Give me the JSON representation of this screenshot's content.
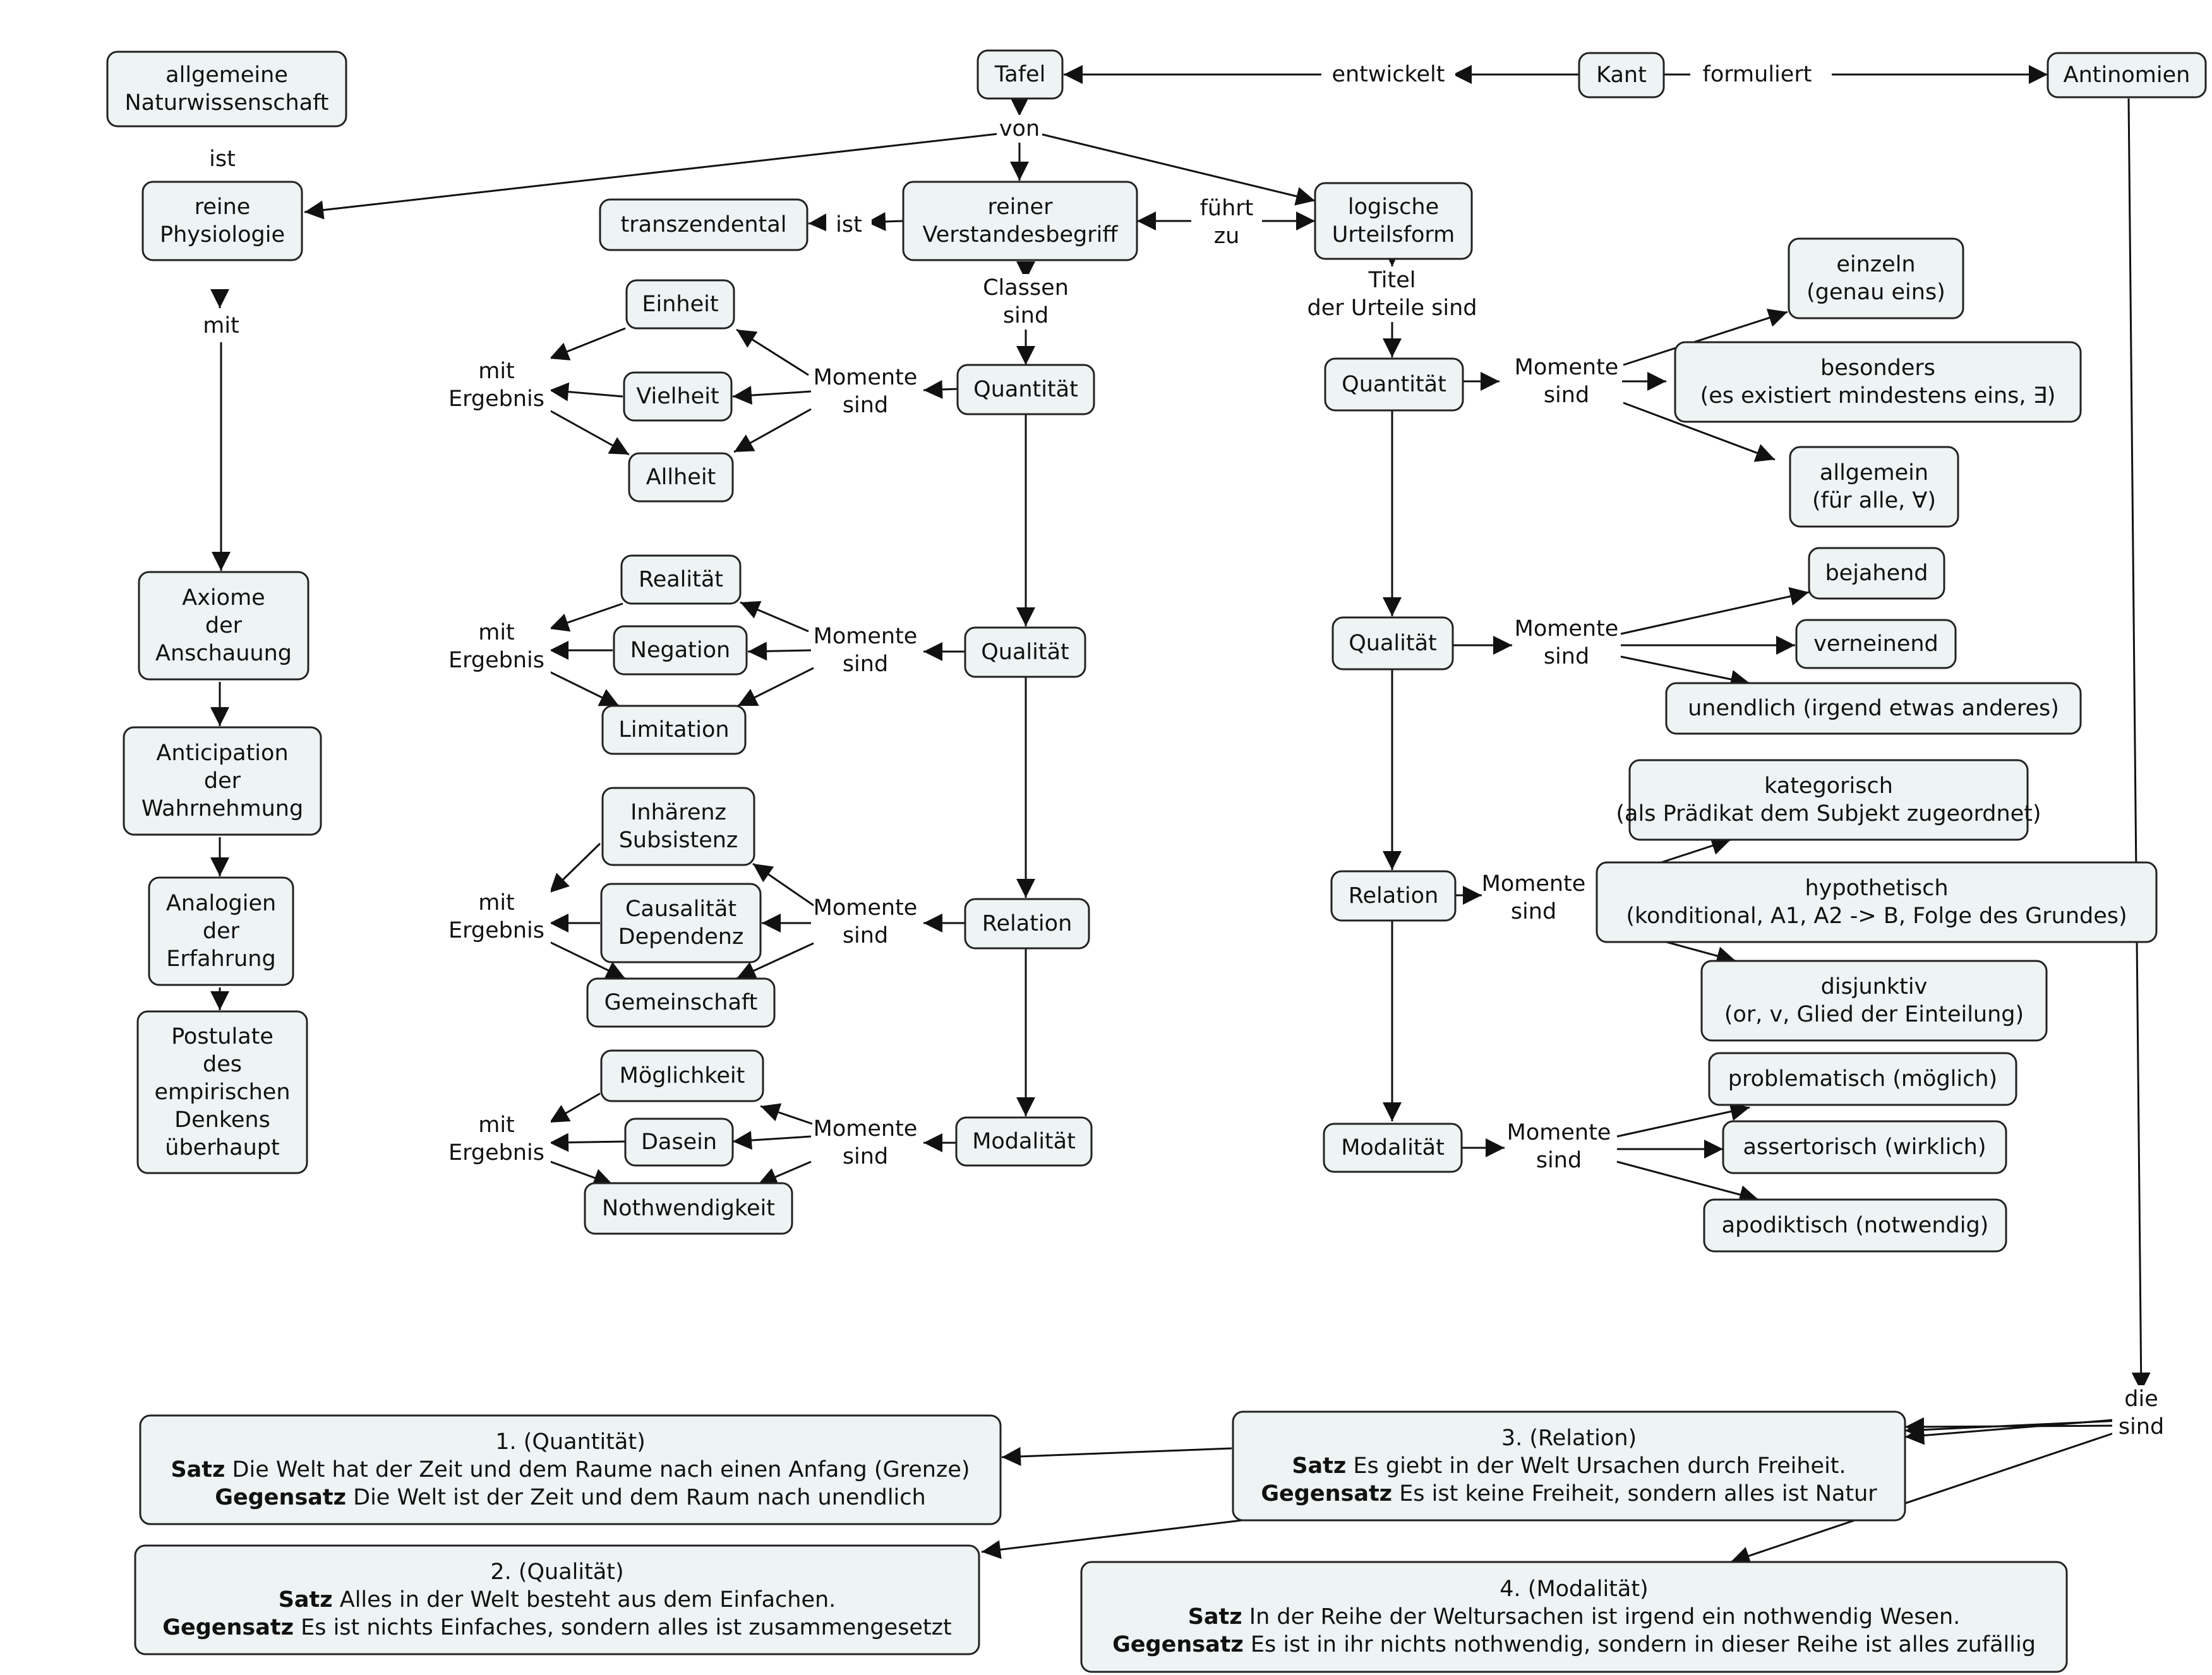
{
  "nodes": {
    "allg_naturwiss": [
      "allgemeine",
      "Naturwissenschaft"
    ],
    "reine_physiologie": [
      "reine",
      "Physiologie"
    ],
    "axiome": [
      "Axiome",
      "der",
      "Anschauung"
    ],
    "anticipation": [
      "Anticipation",
      "der",
      "Wahrnehmung"
    ],
    "analogien": [
      "Analogien",
      "der",
      "Erfahrung"
    ],
    "postulate": [
      "Postulate",
      "des",
      "empirischen",
      "Denkens",
      "überhaupt"
    ],
    "tafel": [
      "Tafel"
    ],
    "kant": [
      "Kant"
    ],
    "antinomien": [
      "Antinomien"
    ],
    "transzendental": [
      "transzendental"
    ],
    "verstandesbegriff": [
      "reiner",
      "Verstandesbegriff"
    ],
    "urteilsform": [
      "logische",
      "Urteilsform"
    ],
    "einheit": [
      "Einheit"
    ],
    "vielheit": [
      "Vielheit"
    ],
    "allheit": [
      "Allheit"
    ],
    "quantitaet_k": [
      "Quantität"
    ],
    "realitaet": [
      "Realität"
    ],
    "negation": [
      "Negation"
    ],
    "limitation": [
      "Limitation"
    ],
    "qualitaet_k": [
      "Qualität"
    ],
    "inhaerenz": [
      "Inhärenz",
      "Subsistenz"
    ],
    "causalitaet": [
      "Causalität",
      "Dependenz"
    ],
    "gemeinschaft": [
      "Gemeinschaft"
    ],
    "relation_k": [
      "Relation"
    ],
    "moeglichkeit": [
      "Möglichkeit"
    ],
    "dasein": [
      "Dasein"
    ],
    "nothwendigkeit": [
      "Nothwendigkeit"
    ],
    "modalitaet_k": [
      "Modalität"
    ],
    "quantitaet_u": [
      "Quantität"
    ],
    "einzeln": [
      "einzeln",
      "(genau eins)"
    ],
    "besonders": [
      "besonders",
      "(es existiert mindestens eins, ∃)"
    ],
    "allgemein": [
      "allgemein",
      "(für alle, ∀)"
    ],
    "qualitaet_u": [
      "Qualität"
    ],
    "bejahend": [
      "bejahend"
    ],
    "verneinend": [
      "verneinend"
    ],
    "unendlich": [
      "unendlich (irgend etwas anderes)"
    ],
    "relation_u": [
      "Relation"
    ],
    "kategorisch": [
      "kategorisch",
      "(als Prädikat dem Subjekt zugeordnet)"
    ],
    "hypothetisch": [
      "hypothetisch",
      "(konditional, A1, A2 -> B, Folge des Grundes)"
    ],
    "disjunktiv": [
      "disjunktiv",
      "(or, v, Glied der Einteilung)"
    ],
    "modalitaet_u": [
      "Modalität"
    ],
    "problematisch": [
      "problematisch (möglich)"
    ],
    "assertorisch": [
      "assertorisch (wirklich)"
    ],
    "apodiktisch": [
      "apodiktisch (notwendig)"
    ]
  },
  "antinomies": {
    "a1": {
      "title": "1. (Quantität)",
      "satz_label": "Satz",
      "satz": "Die Welt hat der Zeit und dem Raume nach einen Anfang (Grenze)",
      "gegen_label": "Gegensatz",
      "gegen": "Die Welt ist der Zeit und dem Raum nach unendlich"
    },
    "a2": {
      "title": "2. (Qualität)",
      "satz_label": "Satz",
      "satz": "Alles in der Welt besteht aus dem Einfachen.",
      "gegen_label": "Gegensatz",
      "gegen": "Es ist nichts Einfaches, sondern alles ist zusammengesetzt"
    },
    "a3": {
      "title": "3. (Relation)",
      "satz_label": "Satz",
      "satz": "Es giebt in der Welt Ursachen durch Freiheit.",
      "gegen_label": "Gegensatz",
      "gegen": "Es ist keine Freiheit, sondern alles ist Natur"
    },
    "a4": {
      "title": "4. (Modalität)",
      "satz_label": "Satz",
      "satz": "In der Reihe der Weltursachen ist irgend ein nothwendig Wesen.",
      "gegen_label": "Gegensatz",
      "gegen": "Es ist in ihr nichts nothwendig, sondern in dieser Reihe ist alles zufällig"
    }
  },
  "labels": {
    "ist_top": [
      "ist"
    ],
    "mit": [
      "mit"
    ],
    "von": [
      "von"
    ],
    "entwickelt": [
      "entwickelt"
    ],
    "formuliert": [
      "formuliert"
    ],
    "ist_trans": [
      "ist"
    ],
    "fuehrt_zu": [
      "führt",
      "zu"
    ],
    "classen_sind": [
      "Classen",
      "sind"
    ],
    "titel_sind": [
      "Titel",
      "der Urteile sind"
    ],
    "mit_erg_1": [
      "mit",
      "Ergebnis"
    ],
    "momente_k1": [
      "Momente",
      "sind"
    ],
    "mit_erg_2": [
      "mit",
      "Ergebnis"
    ],
    "momente_k2": [
      "Momente",
      "sind"
    ],
    "mit_erg_3": [
      "mit",
      "Ergebnis"
    ],
    "momente_k3": [
      "Momente",
      "sind"
    ],
    "mit_erg_4": [
      "mit",
      "Ergebnis"
    ],
    "momente_k4": [
      "Momente",
      "sind"
    ],
    "momente_u1": [
      "Momente",
      "sind"
    ],
    "momente_u2": [
      "Momente",
      "sind"
    ],
    "momente_u3": [
      "Momente",
      "sind"
    ],
    "momente_u4": [
      "Momente",
      "sind"
    ],
    "die_sind": [
      "die",
      "sind"
    ]
  }
}
